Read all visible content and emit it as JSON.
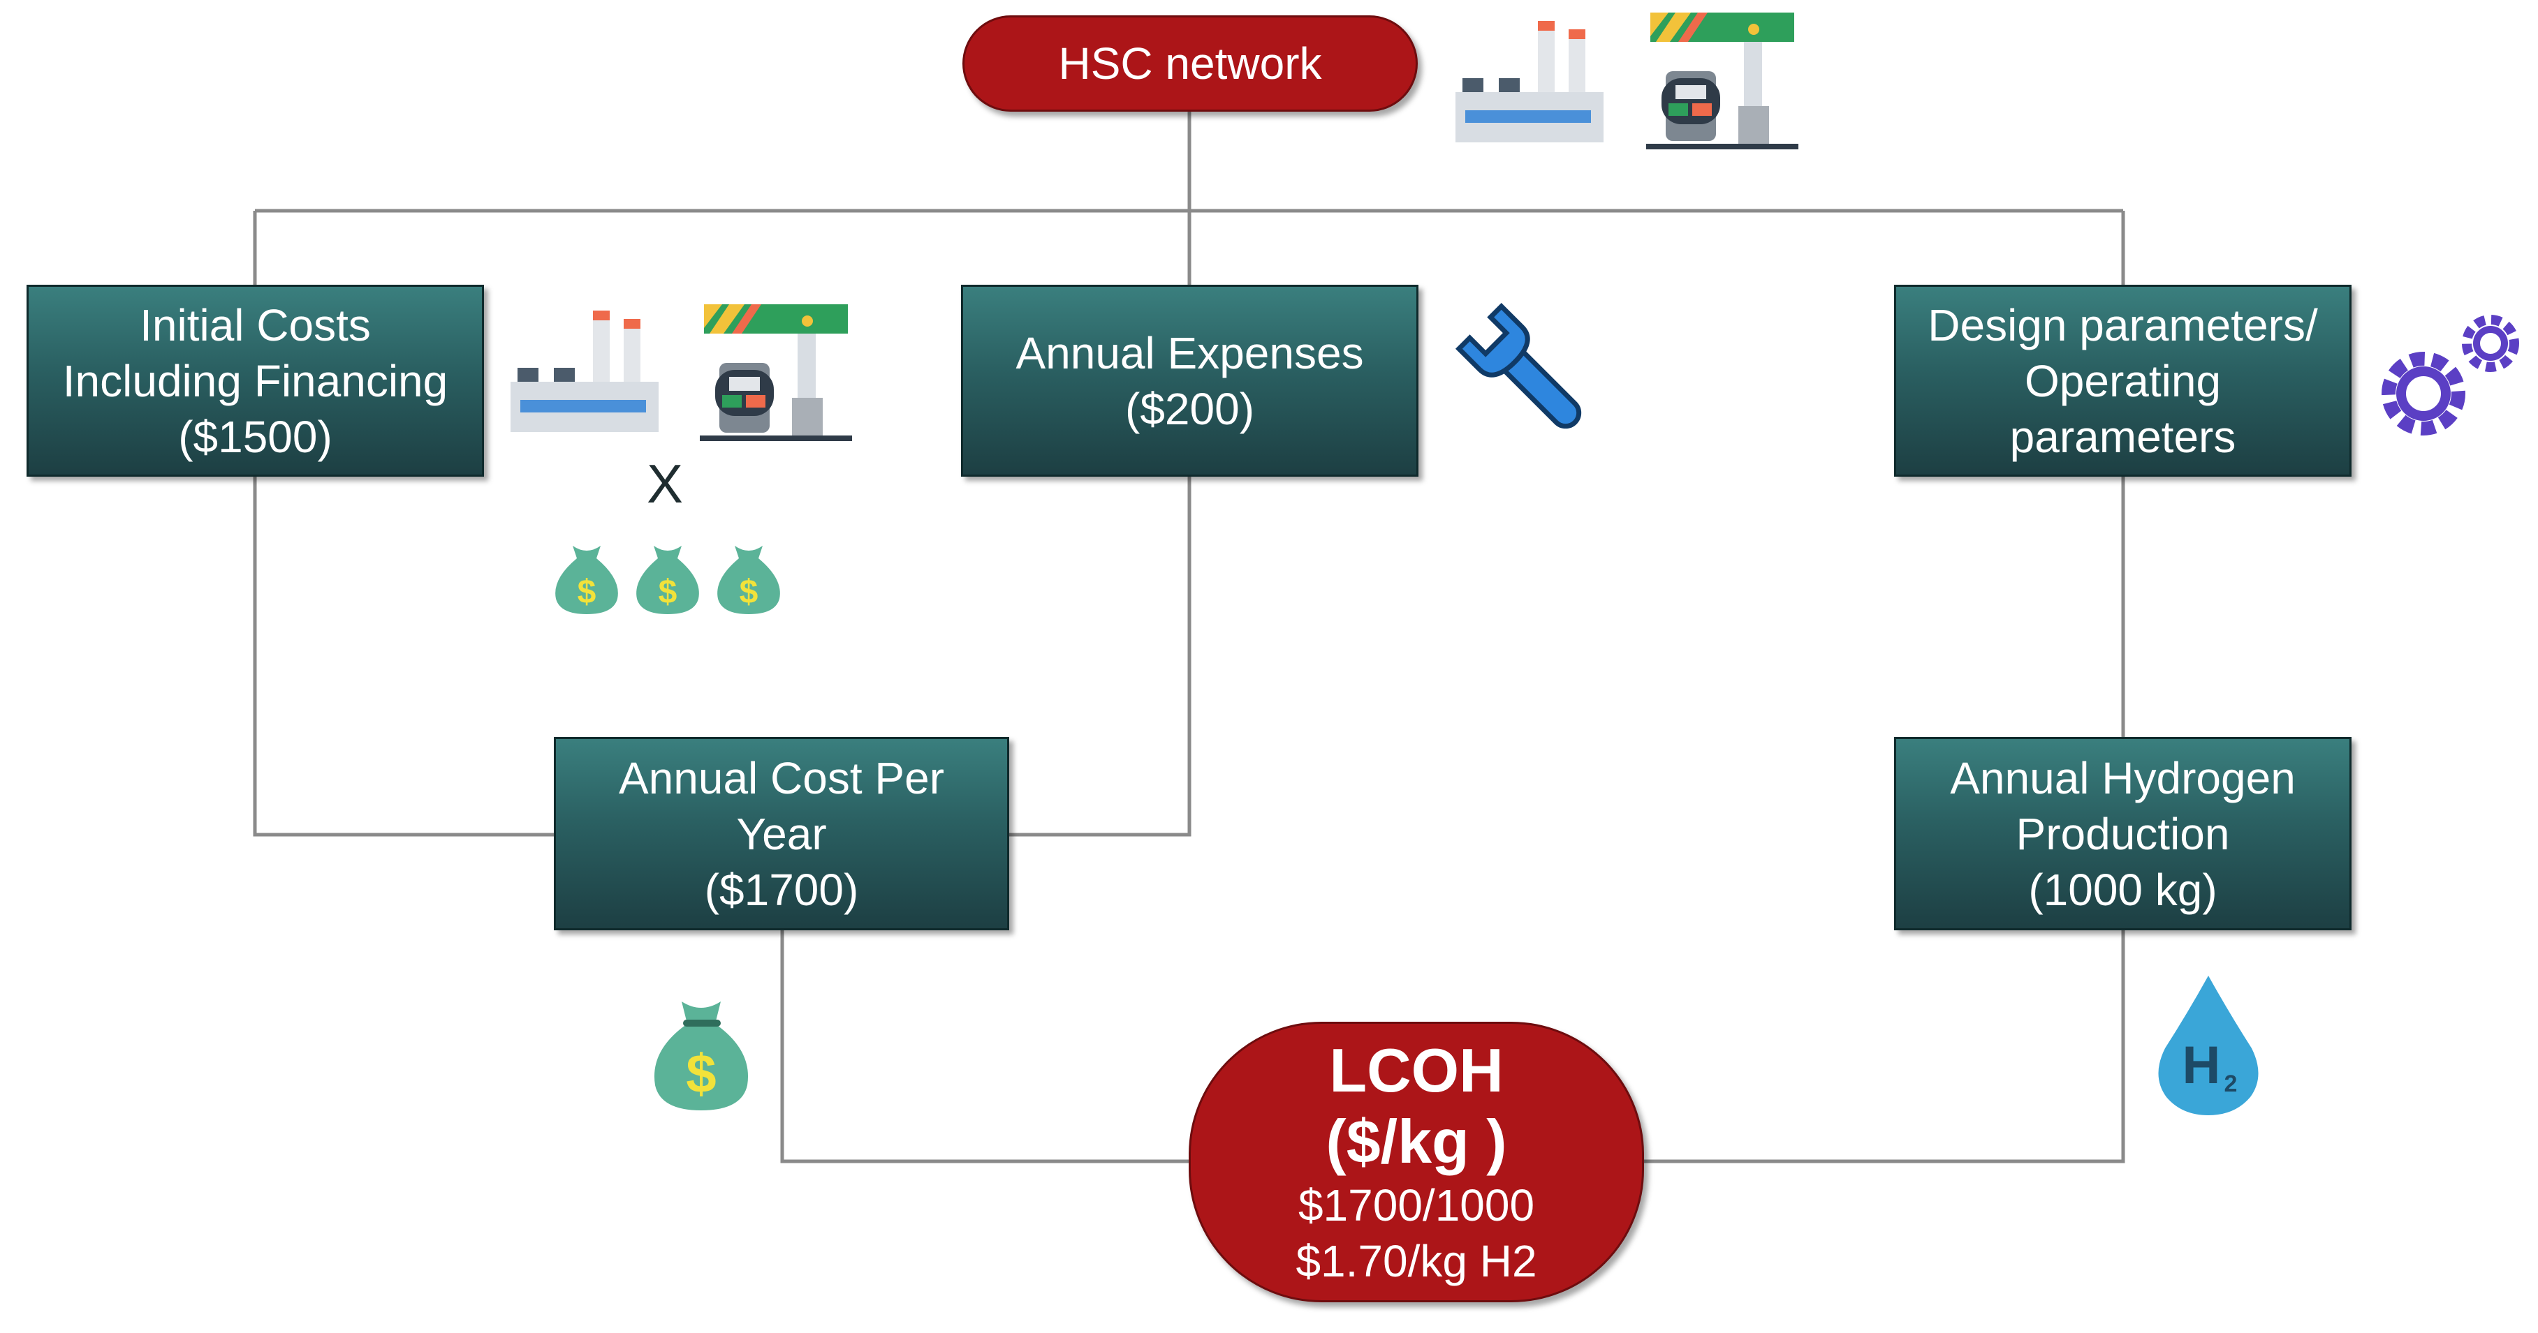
{
  "top_node": {
    "label": "HSC network"
  },
  "boxes": {
    "initial_costs": {
      "line1": "Initial Costs",
      "line2": "Including Financing",
      "line3": "($1500)"
    },
    "annual_expenses": {
      "line1": "Annual Expenses",
      "line2": "($200)"
    },
    "design_params": {
      "line1": "Design parameters/",
      "line2": "Operating",
      "line3": "parameters"
    },
    "annual_cost": {
      "line1": "Annual Cost Per",
      "line2": "Year",
      "line3": "($1700)"
    },
    "hydrogen_production": {
      "line1": "Annual Hydrogen",
      "line2": "Production",
      "line3": "(1000 kg)"
    }
  },
  "lcoh": {
    "title": "LCOH",
    "unit": "($/kg )",
    "calc": "$1700/1000",
    "result": "$1.70/kg H2"
  },
  "multiply_symbol": "X",
  "h2_symbol": {
    "main": "H",
    "sub": "2"
  },
  "money_symbol": "$",
  "icons": [
    "factory-icon",
    "fuel-station-icon",
    "wrench-icon",
    "gears-icon",
    "money-bag-icon",
    "hydrogen-drop-icon"
  ],
  "colors": {
    "box_top": "#3a7f7e",
    "box_bottom": "#1d3f43",
    "pill": "#ac1518",
    "connector": "#8a8a8a",
    "wrench": "#2e86de",
    "gear": "#5b3fc4",
    "money": "#5bb398",
    "drop": "#3aa6d8"
  }
}
